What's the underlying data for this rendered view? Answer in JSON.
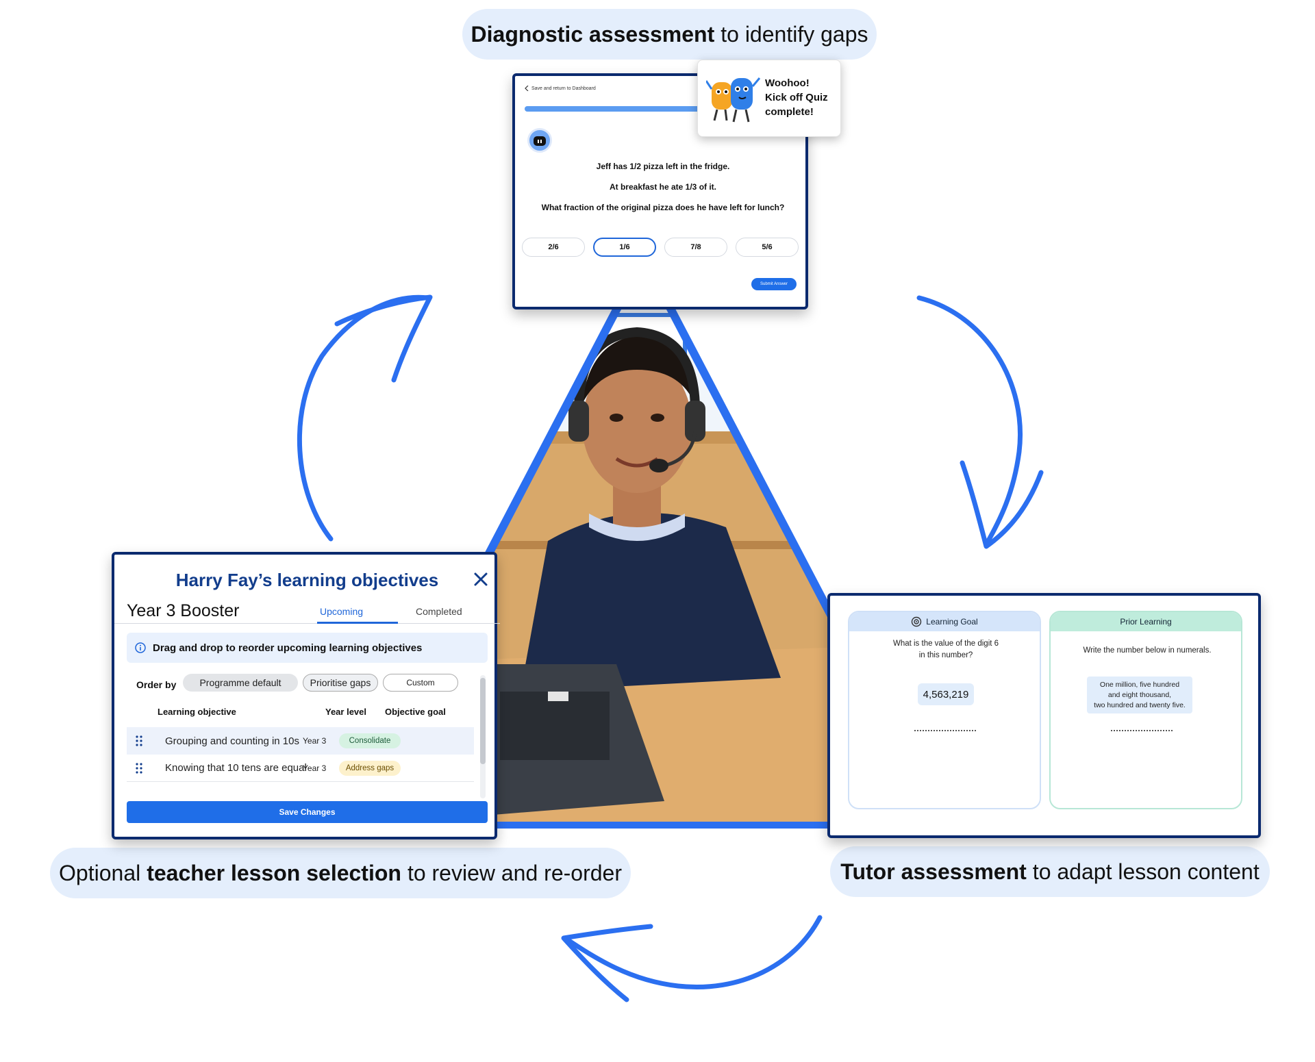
{
  "labels": {
    "diagnostic": {
      "bold": "Diagnostic assessment",
      "rest": "to identify gaps"
    },
    "tutor": {
      "bold": "Tutor assessment",
      "rest": "to adapt lesson content"
    },
    "teacher": {
      "pre": "Optional",
      "bold": "teacher lesson selection",
      "rest": "to review and re-order"
    }
  },
  "quiz": {
    "back_link": "Save and return to Dashboard",
    "progress": 0.7,
    "question_lines": [
      "Jeff has 1/2 pizza left in the fridge.",
      "At breakfast he ate 1/3 of it.",
      "What fraction of the original pizza does he have left for lunch?"
    ],
    "options": [
      "2/6",
      "1/6",
      "7/8",
      "5/6"
    ],
    "selected_option": 1,
    "submit_label": "Submit Answer",
    "toast_lines": [
      "Woohoo!",
      "Kick off Quiz",
      "complete!"
    ]
  },
  "objectives": {
    "title": "Harry Fay’s learning objectives",
    "subtitle": "Year 3 Booster",
    "tabs": [
      "Upcoming",
      "Completed"
    ],
    "info_text": "Drag and drop to reorder upcoming learning objectives",
    "order_by_label": "Order by",
    "order_options": [
      "Programme default",
      "Prioritise gaps",
      "Custom"
    ],
    "columns": [
      "Learning objective",
      "Year level",
      "Objective goal"
    ],
    "rows": [
      {
        "objective": "Grouping and counting in 10s",
        "year": "Year 3",
        "goal": "Consolidate"
      },
      {
        "objective": "Knowing that 10 tens are equal",
        "year": "Year 3",
        "goal": "Address gaps"
      }
    ],
    "save_label": "Save Changes"
  },
  "tutor": {
    "goal_header": "Learning Goal",
    "goal_question_lines": [
      "What is the value of the digit 6",
      "in this number?"
    ],
    "goal_value": "4,563,219",
    "prior_header": "Prior Learning",
    "prior_question": "Write the number below in numerals.",
    "prior_value_lines": [
      "One million, five hundred",
      "and eight thousand,",
      "two hundred and twenty five."
    ]
  },
  "colors": {
    "accent": "#2b6ff0",
    "navy": "#0b2a6e",
    "pill": "#e4eefc"
  },
  "icons": [
    "chevron-left-icon",
    "close-icon",
    "info-icon",
    "drag-handle-icon",
    "target-icon",
    "robot-avatar-icon",
    "mascots-icon",
    "cycle-arrow-icon"
  ]
}
